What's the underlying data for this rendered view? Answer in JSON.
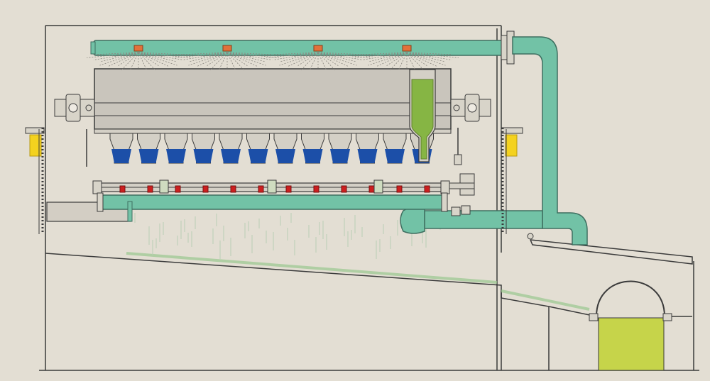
{
  "diagram": {
    "colors": {
      "background": "#e3ded3",
      "pipe": "#72c2a6",
      "pipe_stroke": "#3e6f60",
      "housing": "#c9c5bc",
      "outline": "#3b3b3b",
      "nozzle": "#e2713a",
      "bottle_body": "#86b544",
      "cup": "#1c4fa8",
      "holder_red": "#cc1f1f",
      "clip_green": "#cfdcc0",
      "bracket_yellow": "#f4d21f",
      "tank_liquid": "#c6d44a",
      "drip": "#9ac88f"
    },
    "counts": {
      "spray_nozzles": 4,
      "bottle_cups": 12,
      "holders": 12
    }
  }
}
